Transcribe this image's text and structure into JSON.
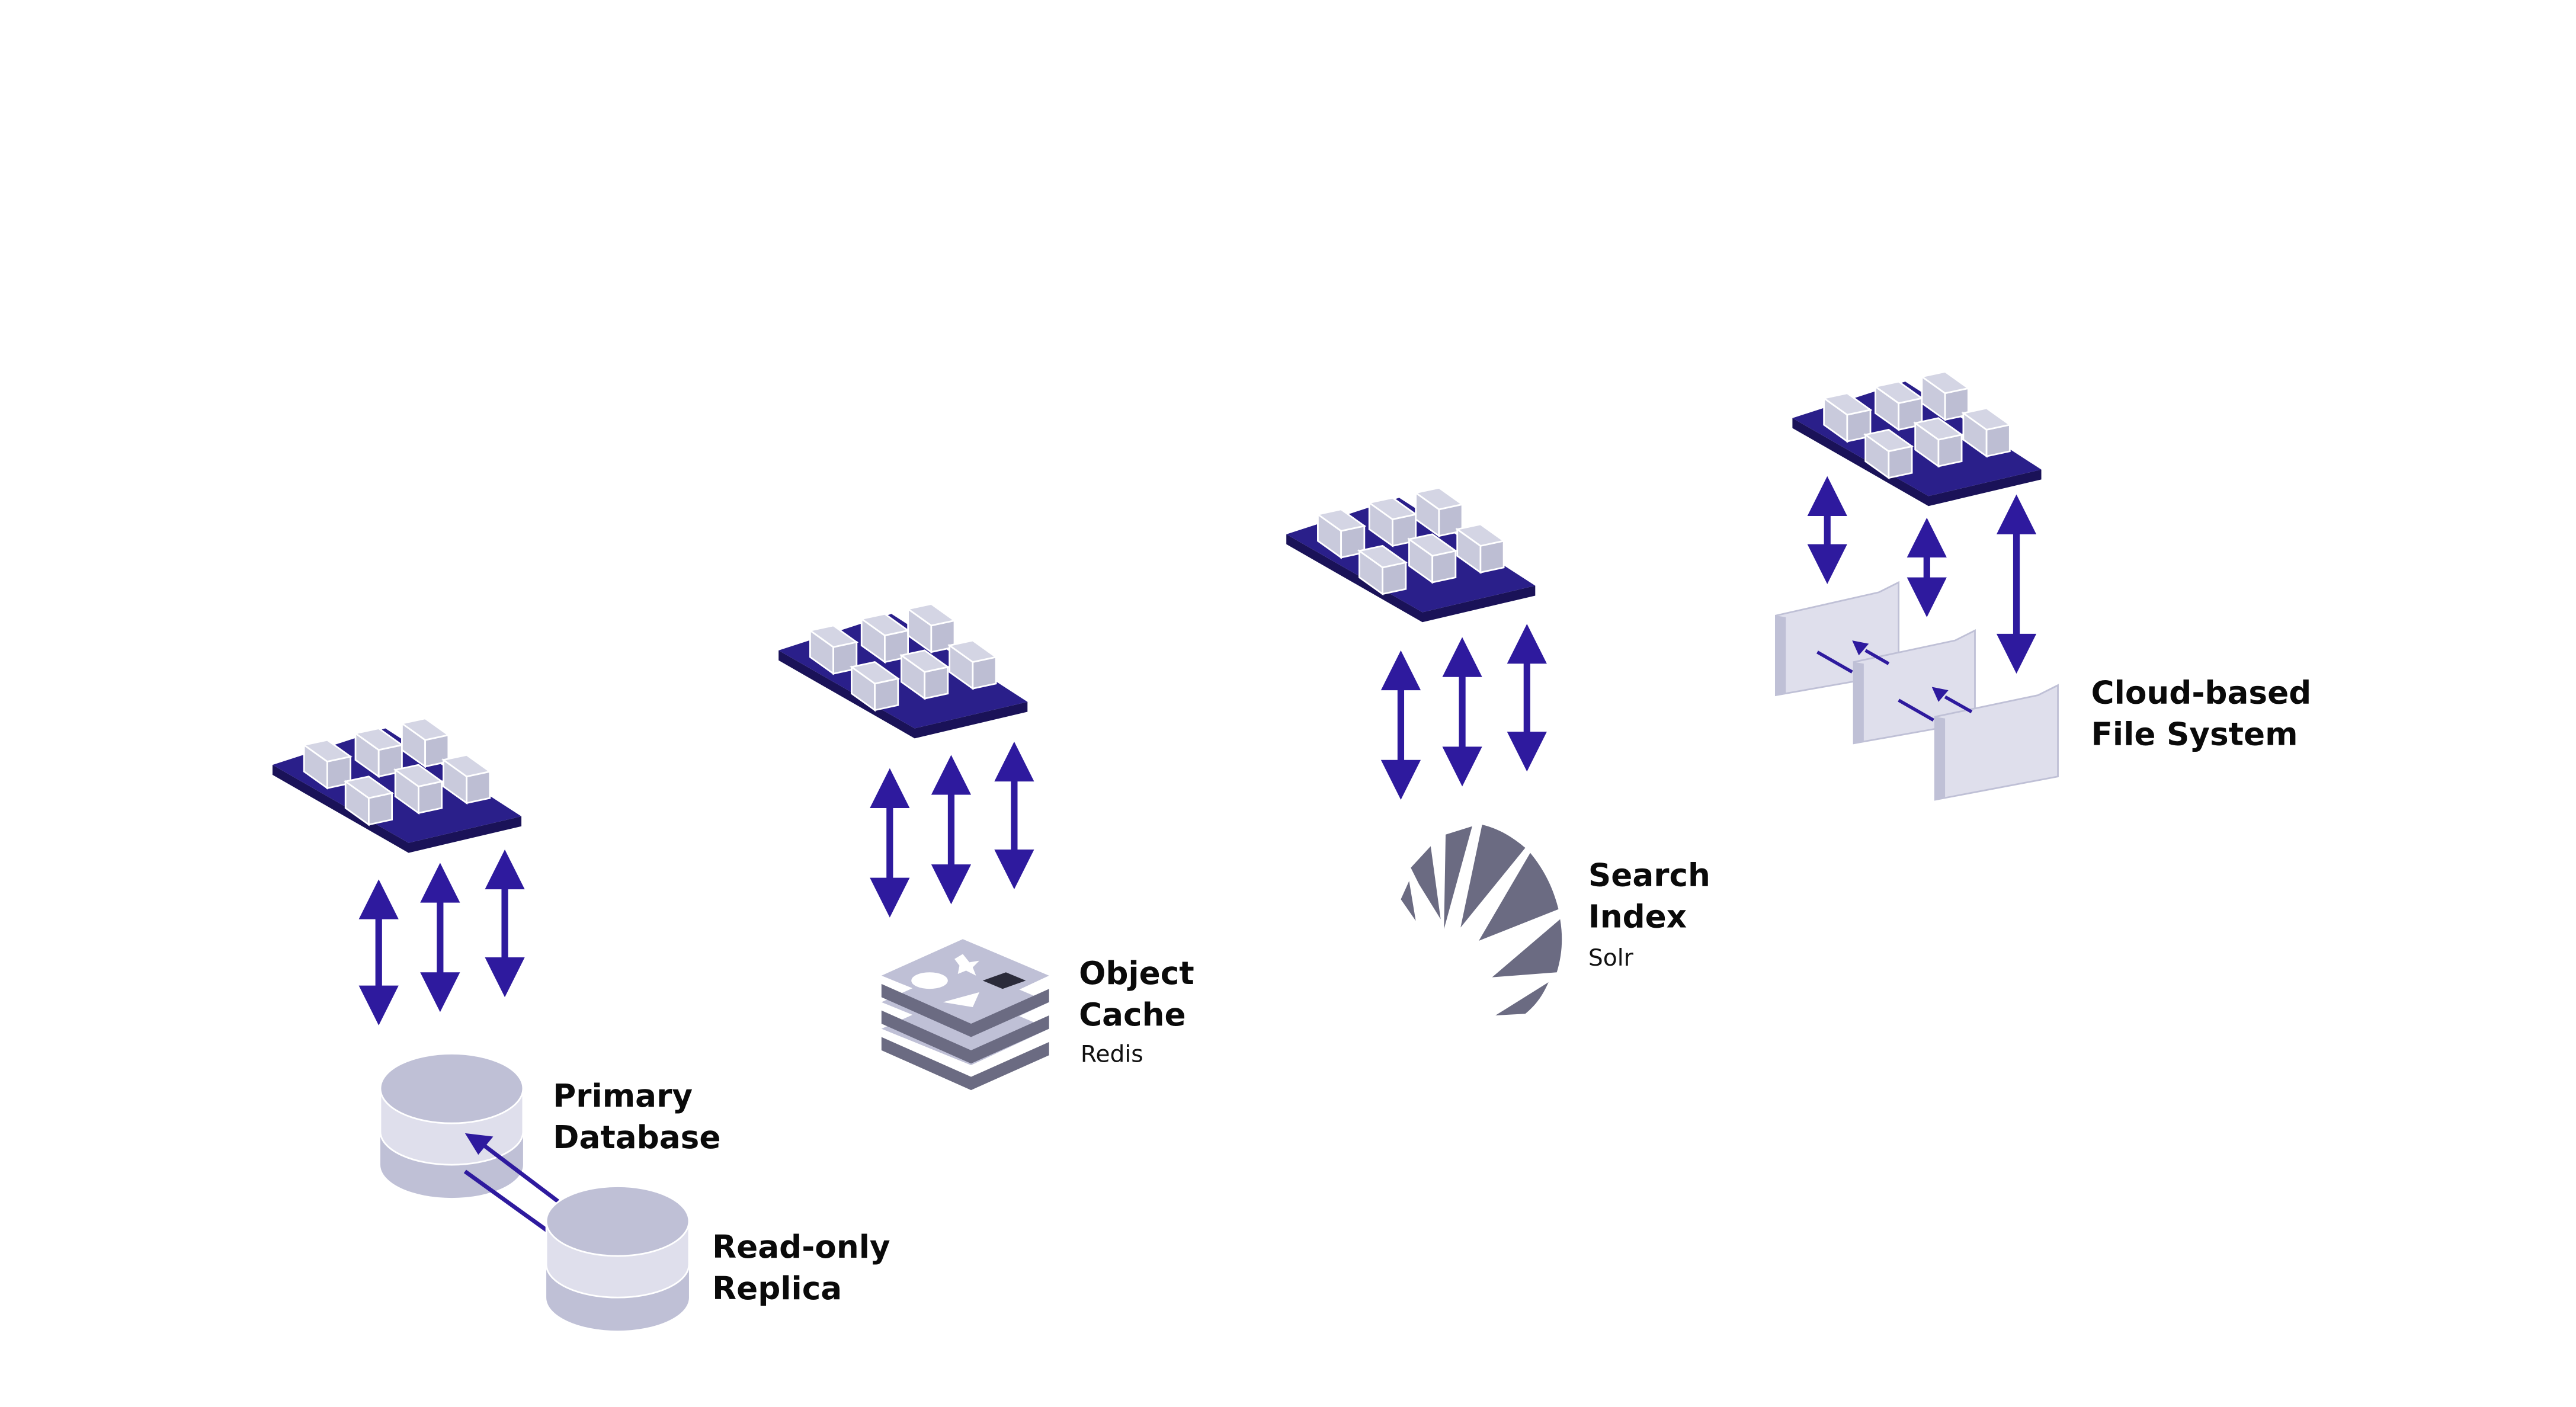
{
  "colors": {
    "accent": "#2e1a9e",
    "platform": "#2a1f8a",
    "platform_side": "#1a1258",
    "cube": "#c4c5d9",
    "db_dark": "#bfc0d6",
    "db_light": "#dfdfec",
    "icon_gray": "#6b6b82"
  },
  "nodes": [
    {
      "title_line1": "Primary",
      "title_line2": "Database",
      "subtitle": null
    },
    {
      "title_line1": "Read-only",
      "title_line2": "Replica",
      "subtitle": null
    },
    {
      "title_line1": "Object",
      "title_line2": "Cache",
      "subtitle": "Redis"
    },
    {
      "title_line1": "Search",
      "title_line2": "Index",
      "subtitle": "Solr"
    },
    {
      "title_line1": "Cloud-based",
      "title_line2": "File System",
      "subtitle": null
    }
  ]
}
